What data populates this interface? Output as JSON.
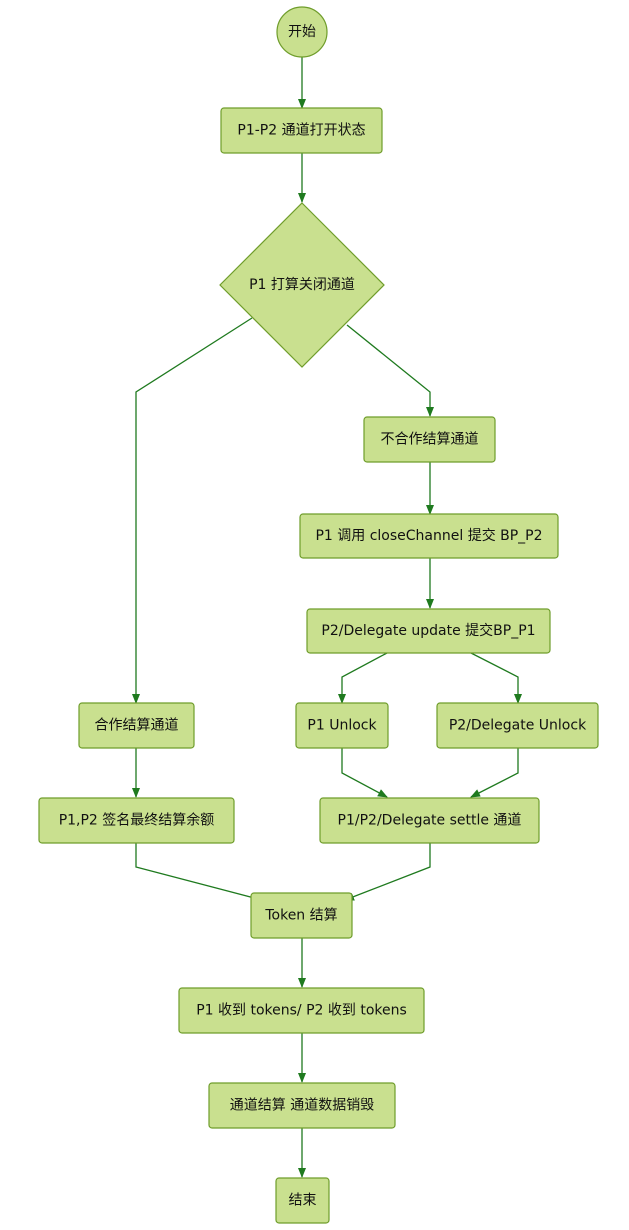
{
  "diagram": {
    "colors": {
      "node_fill": "#c9e08f",
      "node_border": "#6f9d2b",
      "edge": "#1f7a1f",
      "text": "#111111"
    },
    "nodes": {
      "start": "开始",
      "channel_open": "P1-P2 通道打开状态",
      "decision_close": "P1 打算关闭通道",
      "non_cooperative": "不合作结算通道",
      "close_channel": "P1 调用 closeChannel 提交 BP_P2",
      "delegate_update": "P2/Delegate update 提交BP_P1",
      "p1_unlock": "P1 Unlock",
      "p2_unlock": "P2/Delegate Unlock",
      "cooperative": "合作结算通道",
      "sign_balance": "P1,P2 签名最终结算余额",
      "settle": "P1/P2/Delegate settle 通道",
      "token_settle": "Token 结算",
      "receive_tokens": "P1 收到 tokens/ P2 收到 tokens",
      "destroy_data": "通道结算 通道数据销毁",
      "end": "结束"
    }
  }
}
